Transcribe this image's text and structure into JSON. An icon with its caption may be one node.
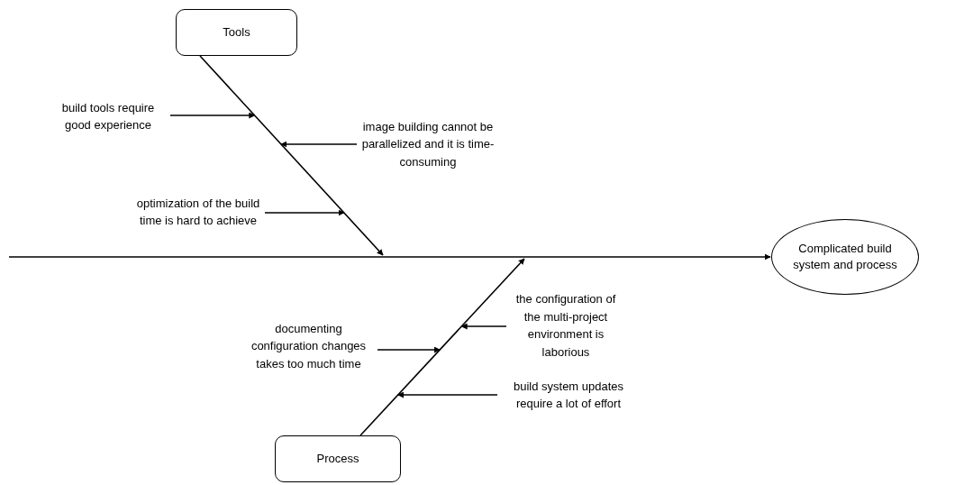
{
  "diagram": {
    "nodes": [
      {
        "text": [
          "Tools"
        ]
      },
      {
        "text": [
          "Process"
        ]
      },
      {
        "text": [
          "Complicated build system and process"
        ]
      },
      {
        "text": [
          "build tools require good experience"
        ]
      },
      {
        "text": [
          "image building cannot be parallelized and it is time-consuming"
        ]
      },
      {
        "text": [
          "optimization of the build time is hard to achieve"
        ]
      },
      {
        "text": [
          "documenting configuration changes takes too much time"
        ]
      },
      {
        "text": [
          "the configuration of the multi-project environment is laborious"
        ]
      },
      {
        "text": [
          "build system updates require a lot of effort"
        ]
      }
    ],
    "edges": [
      {
        "from": null,
        "to": 2,
        "arrow": "to"
      },
      {
        "from": 0,
        "to": null,
        "arrow": "to"
      },
      {
        "from": 1,
        "to": null,
        "arrow": "to"
      },
      {
        "from": 3,
        "to": null,
        "arrow": "to"
      },
      {
        "from": 4,
        "to": null,
        "arrow": "to"
      },
      {
        "from": 5,
        "to": null,
        "arrow": "to"
      },
      {
        "from": 6,
        "to": null,
        "arrow": "to"
      },
      {
        "from": 7,
        "to": null,
        "arrow": "to"
      },
      {
        "from": 8,
        "to": null,
        "arrow": "to"
      }
    ]
  }
}
